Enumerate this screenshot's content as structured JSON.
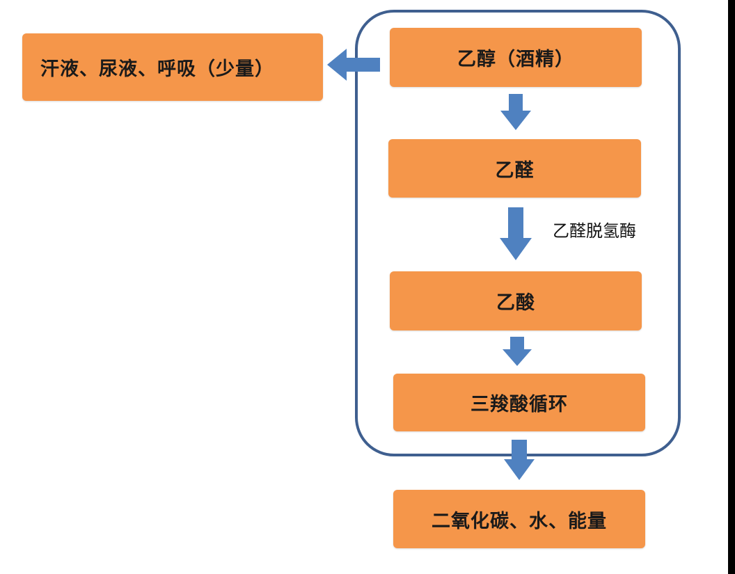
{
  "diagram": {
    "nodes": {
      "ethanol": "乙醇（酒精）",
      "acetaldehyde": "乙醛",
      "acetic_acid": "乙酸",
      "tca_cycle": "三羧酸循环",
      "products": "二氧化碳、水、能量",
      "excretion": "汗液、尿液、呼吸（少量）"
    },
    "edge_labels": {
      "acetaldehyde_to_acetic_acid": "乙醛脱氢酶"
    },
    "colors": {
      "box_fill": "#f5964a",
      "arrow": "#4f81c0",
      "frame_border": "#3f5f8f",
      "text": "#1a1a1a"
    }
  }
}
